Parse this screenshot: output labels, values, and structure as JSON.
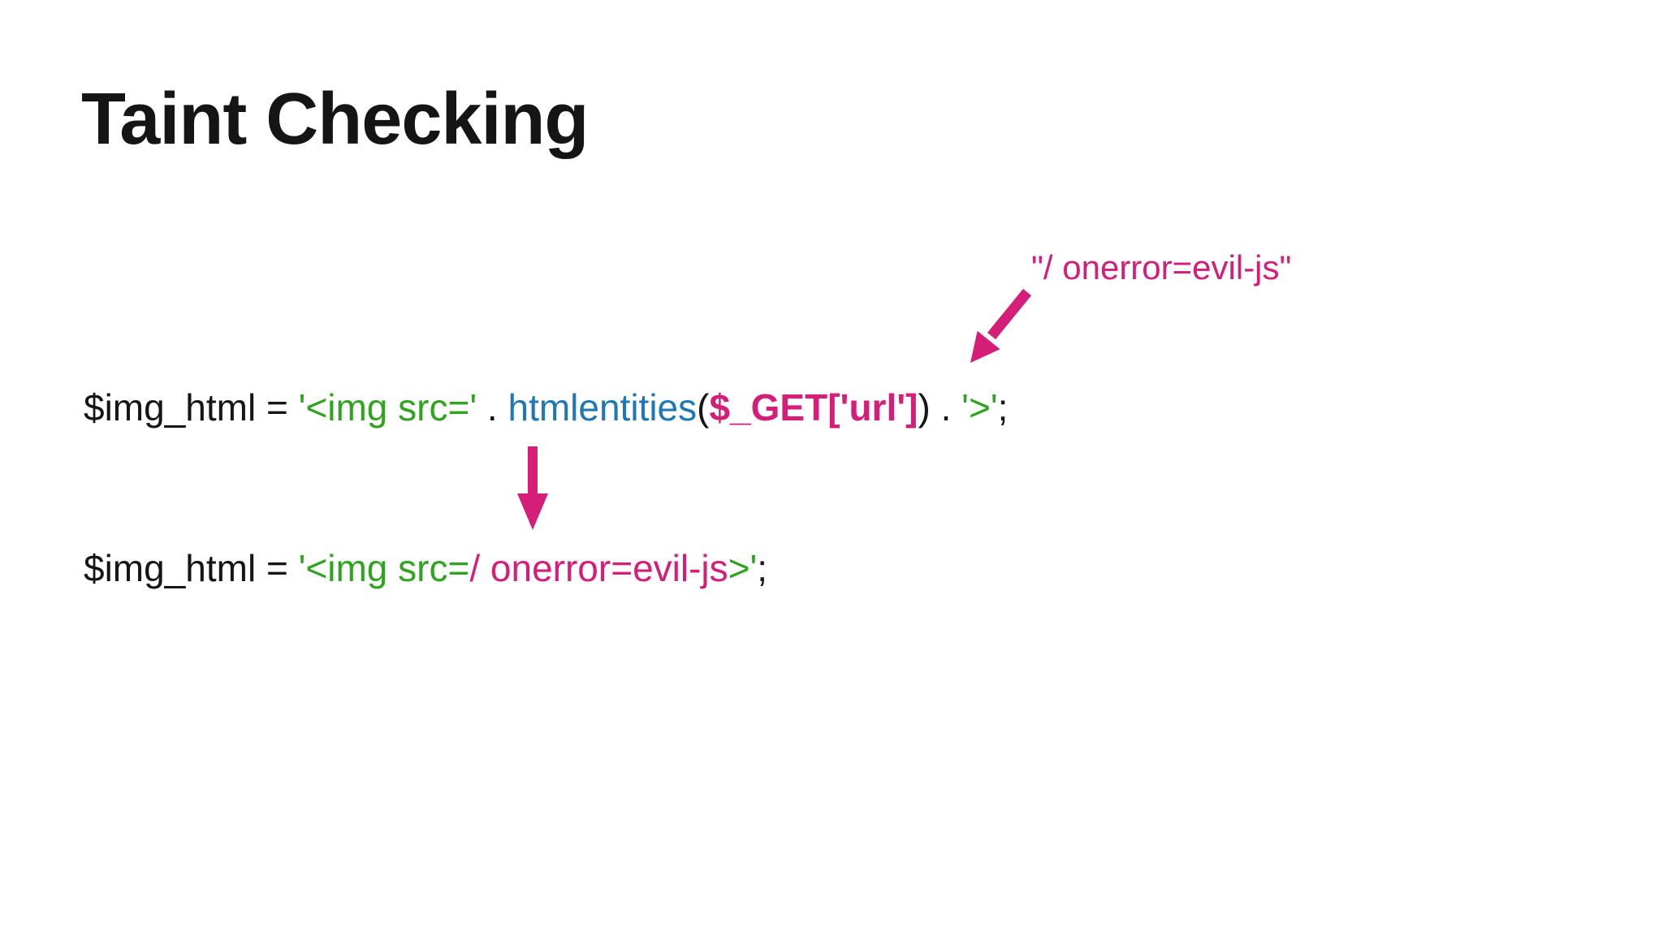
{
  "slide": {
    "title": "Taint Checking"
  },
  "colors": {
    "background": "#ffffff",
    "text": "#151515",
    "string_green": "#2fa51f",
    "function_blue": "#1f77b4",
    "taint_pink": "#d41e78"
  },
  "annotation": {
    "text": "\"/ onerror=evil-js\""
  },
  "code_line_1": {
    "assign": "$img_html = ",
    "string_open": "'<img src='",
    "concat_1": " . ",
    "function_name": "htmlentities",
    "paren_open": "(",
    "tainted_input": "$_GET['url']",
    "paren_close": ")",
    "concat_2": " . ",
    "string_close": "'>'",
    "terminator": ";"
  },
  "code_line_2": {
    "assign": "$img_html = ",
    "string_prefix": "'<img src=",
    "injected_payload": "/ onerror=evil-js",
    "string_suffix": ">'",
    "terminator": ";"
  }
}
